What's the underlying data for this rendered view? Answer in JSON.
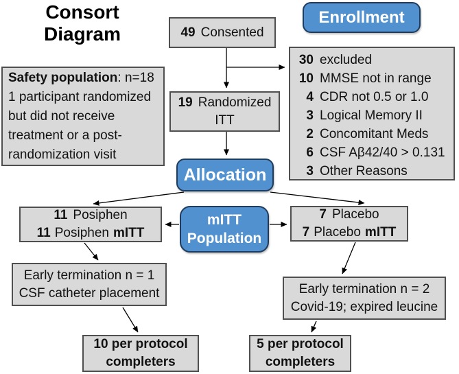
{
  "colors": {
    "gray_fill": "#d9d9d9",
    "gray_border": "#4f4f4f",
    "blue_fill": "#5191cf",
    "blue_border": "#1f3c5f",
    "text": "#111111",
    "arrow": "#000000"
  },
  "title": {
    "line1": "Consort",
    "line2": "Diagram"
  },
  "enrollment": {
    "label": "Enrollment"
  },
  "allocation": {
    "label": "Allocation"
  },
  "mitt": {
    "line1": "mITT",
    "line2": "Population"
  },
  "consented": {
    "number": "49",
    "label": "Consented"
  },
  "randomized": {
    "number": "19",
    "label": "Randomized",
    "line2": "ITT"
  },
  "safety": {
    "heading": "Safety population",
    "heading_rest": ": n=18",
    "line1": "1 participant randomized",
    "line2": "but did not receive",
    "line3": "treatment or a post-",
    "line4": "randomization visit"
  },
  "excluded": {
    "rows": [
      {
        "n": "30",
        "t": "excluded"
      },
      {
        "n": "10",
        "t": "MMSE not in range"
      },
      {
        "n": "4",
        "t": "CDR not 0.5 or 1.0"
      },
      {
        "n": "3",
        "t": "Logical Memory II"
      },
      {
        "n": "2",
        "t": "Concomitant Meds"
      },
      {
        "n": "6",
        "t": "CSF Aβ42/40 > 0.131"
      },
      {
        "n": "3",
        "t": "Other Reasons"
      }
    ]
  },
  "posiphen": {
    "n1": "11",
    "t1": "Posiphen",
    "n2": "11",
    "t2": "Posiphen",
    "b2": "mITT"
  },
  "placebo": {
    "n1": "7",
    "t1": "Placebo",
    "n2": "7",
    "t2": "Placebo",
    "b2": "mITT"
  },
  "early_posiphen": {
    "line1": "Early termination n = 1",
    "line2": "CSF catheter placement"
  },
  "early_placebo": {
    "line1": "Early termination n = 2",
    "line2": "Covid-19; expired leucine"
  },
  "pp_posiphen": {
    "line1": "10 per protocol",
    "line2": "completers"
  },
  "pp_placebo": {
    "line1": "5 per protocol",
    "line2": "completers"
  }
}
